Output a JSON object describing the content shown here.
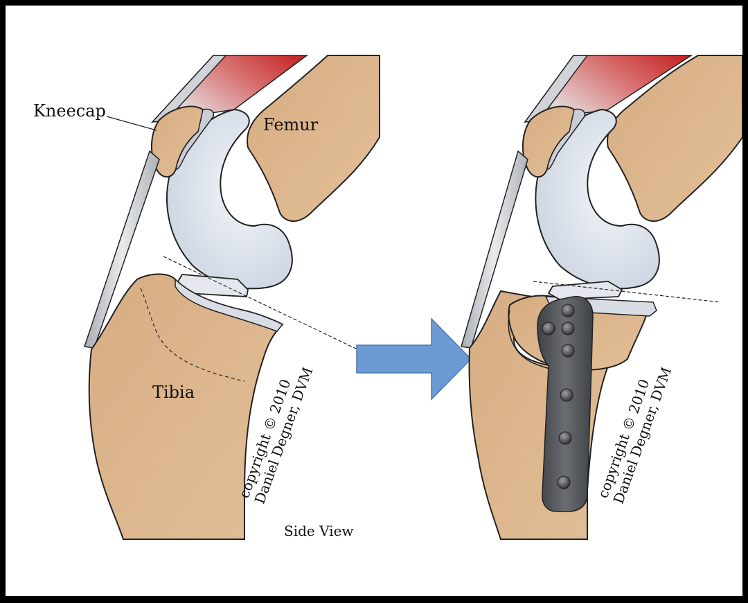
{
  "labels": {
    "kneecap": "Kneecap",
    "femur": "Femur",
    "tibia": "Tibia",
    "side_view": "Side View"
  },
  "copyright": {
    "line1": "copyright © 2010",
    "line2": "Daniel Degner, DVM"
  },
  "colors": {
    "bone": "#dcb48a",
    "cartilage": "#dde4ee",
    "ligament": "#c3c7cc",
    "muscle": "#cc2020",
    "arrow": "#6b9bd2",
    "plate": "#55585c"
  }
}
